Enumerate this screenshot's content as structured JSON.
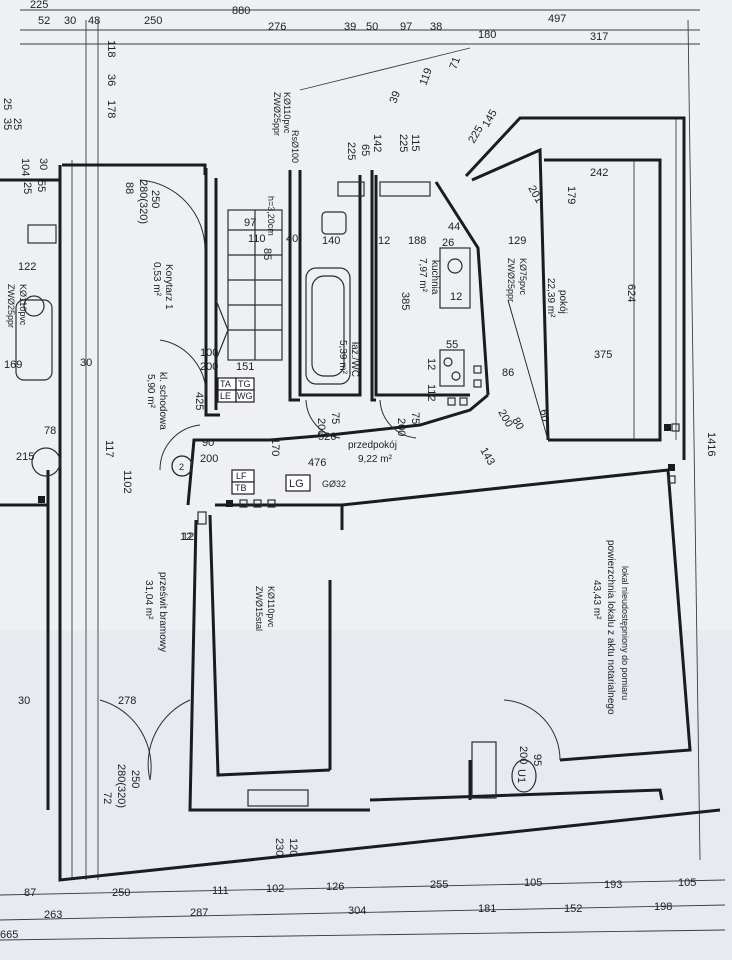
{
  "dimensions": {
    "top_row1": [
      "225",
      "880",
      "497"
    ],
    "top_row2": [
      "52",
      "30",
      "48",
      "250",
      "276",
      "39",
      "50",
      "97",
      "38",
      "180",
      "317"
    ],
    "diag_top": [
      "71",
      "119",
      "39",
      "145",
      "225"
    ],
    "vertical_labels": [
      "118",
      "36",
      "178",
      "88",
      "250",
      "280(320)",
      "142",
      "115",
      "225",
      "65",
      "225",
      "179",
      "201",
      "85",
      "624",
      "1416",
      "1102",
      "117",
      "425",
      "170",
      "120",
      "230",
      "72",
      "250",
      "280(320)",
      "385",
      "12"
    ],
    "inner": [
      "242",
      "129",
      "375",
      "86",
      "110",
      "97",
      "40",
      "140",
      "12",
      "188",
      "26",
      "44",
      "12",
      "55",
      "12",
      "112",
      "151",
      "100",
      "200",
      "90",
      "200",
      "200",
      "75",
      "200",
      "75",
      "526",
      "476",
      "143",
      "80",
      "200",
      "60",
      "30",
      "30",
      "278",
      "78",
      "215",
      "122",
      "169",
      "104",
      "30",
      "25",
      "55",
      "25",
      "35",
      "25",
      "12"
    ],
    "bottom_row1": [
      "87",
      "250",
      "111",
      "102",
      "126",
      "255",
      "105",
      "193",
      "105"
    ],
    "bottom_row2": [
      "263",
      "287",
      "304",
      "181",
      "152",
      "198"
    ],
    "bottom_total": "665"
  },
  "rooms": {
    "pokoj": {
      "name": "pokój",
      "area": "22,39 m²"
    },
    "kuchnia": {
      "name": "kuchnia",
      "area": "7,97 m²"
    },
    "lazienka": {
      "name": "łaz./WC",
      "area": "5,39 m²"
    },
    "przedpokoj": {
      "name": "przedpokój",
      "area": "9,22 m²"
    },
    "korytarz": {
      "name": "Korytarz 1",
      "area": "0,53 m²"
    },
    "klatka": {
      "name": "kl. schodowa",
      "area": "5,90 m²"
    },
    "przeswit": {
      "name": "prześwit bramowy",
      "area": "31,04 m²"
    },
    "lokal": {
      "line1": "lokal nieudostępniony do pomiaru",
      "line2": "powierzchnia lokalu z aktu notarialnego",
      "area": "43,43 m²"
    }
  },
  "fixture_labels": {
    "tg": "TG",
    "ta": "TA",
    "le": "LE",
    "wg": "WG",
    "lf": "LF",
    "tb": "TB",
    "lg": "LG",
    "gas": "GØ32",
    "u1": "U1",
    "door_95": "95",
    "door_200": "200",
    "stair_height": "h=3,20cm",
    "k1": "KØ110pvc",
    "k1b": "ZWØ25ppr",
    "k2": "KØ75pvc",
    "k2b": "ZWØ25ppr",
    "k3": "KØ110pvc",
    "k3b": "ZWØ15stal",
    "k4": "KØ110pvc",
    "k4b": "ZWØ25ppr",
    "rsz": "RsØ100"
  },
  "colors": {
    "paper": "#eef0f3",
    "ink": "#1a1c22"
  }
}
